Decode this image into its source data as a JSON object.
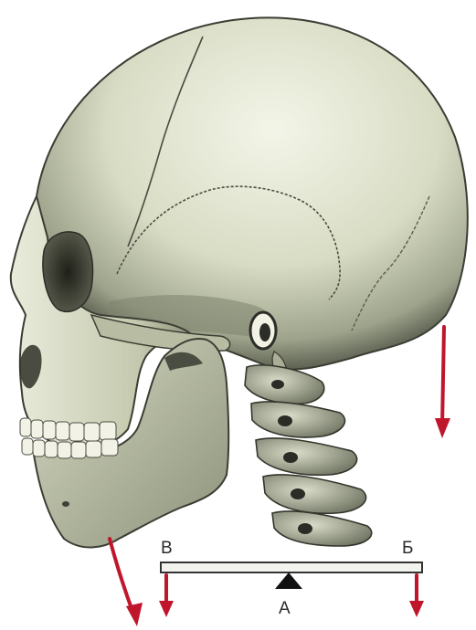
{
  "figure": {
    "labels": {
      "left_end": "В",
      "right_end": "Б",
      "fulcrum": "А"
    },
    "colors": {
      "bone_light": "#e6e9d6",
      "bone_mid": "#c7ccb1",
      "bone_shadow": "#6e7360",
      "outline": "#3b3d33",
      "arrow": "#c0162b",
      "lever_fill": "#f4f4ee",
      "lever_stroke": "#333333",
      "fulcrum": "#111111"
    },
    "icons": {
      "force_arrow": "arrow-down-icon",
      "fulcrum": "triangle-up-icon"
    }
  }
}
